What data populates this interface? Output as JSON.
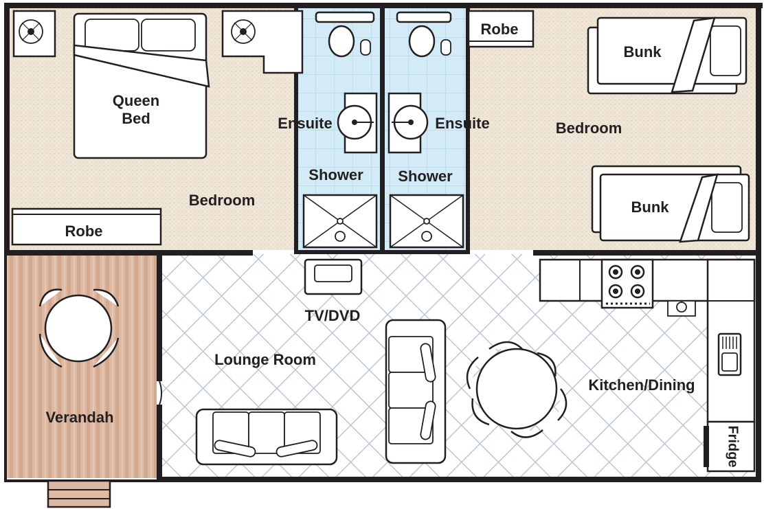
{
  "rooms": {
    "bedroom_left": "Bedroom",
    "bedroom_right": "Bedroom",
    "ensuite_left": "Ensuite",
    "ensuite_right": "Ensuite",
    "shower_left": "Shower",
    "shower_right": "Shower",
    "lounge": "Lounge Room",
    "kitchen": "Kitchen/Dining",
    "verandah": "Verandah"
  },
  "furniture": {
    "queen_bed_line1": "Queen",
    "queen_bed_line2": "Bed",
    "robe_left": "Robe",
    "robe_right": "Robe",
    "bunk_top": "Bunk",
    "bunk_bottom": "Bunk",
    "tv": "TV/DVD",
    "fridge": "Fridge"
  },
  "colors": {
    "wall": "#231f20",
    "bedroom_floor": "#efe6d8",
    "bathroom_floor": "#d3ebf7",
    "living_floor": "#ffffff",
    "tile_line": "#bcc6d6",
    "verandah_floor": "#ddb9a3",
    "fixture_fill": "#ffffff"
  }
}
